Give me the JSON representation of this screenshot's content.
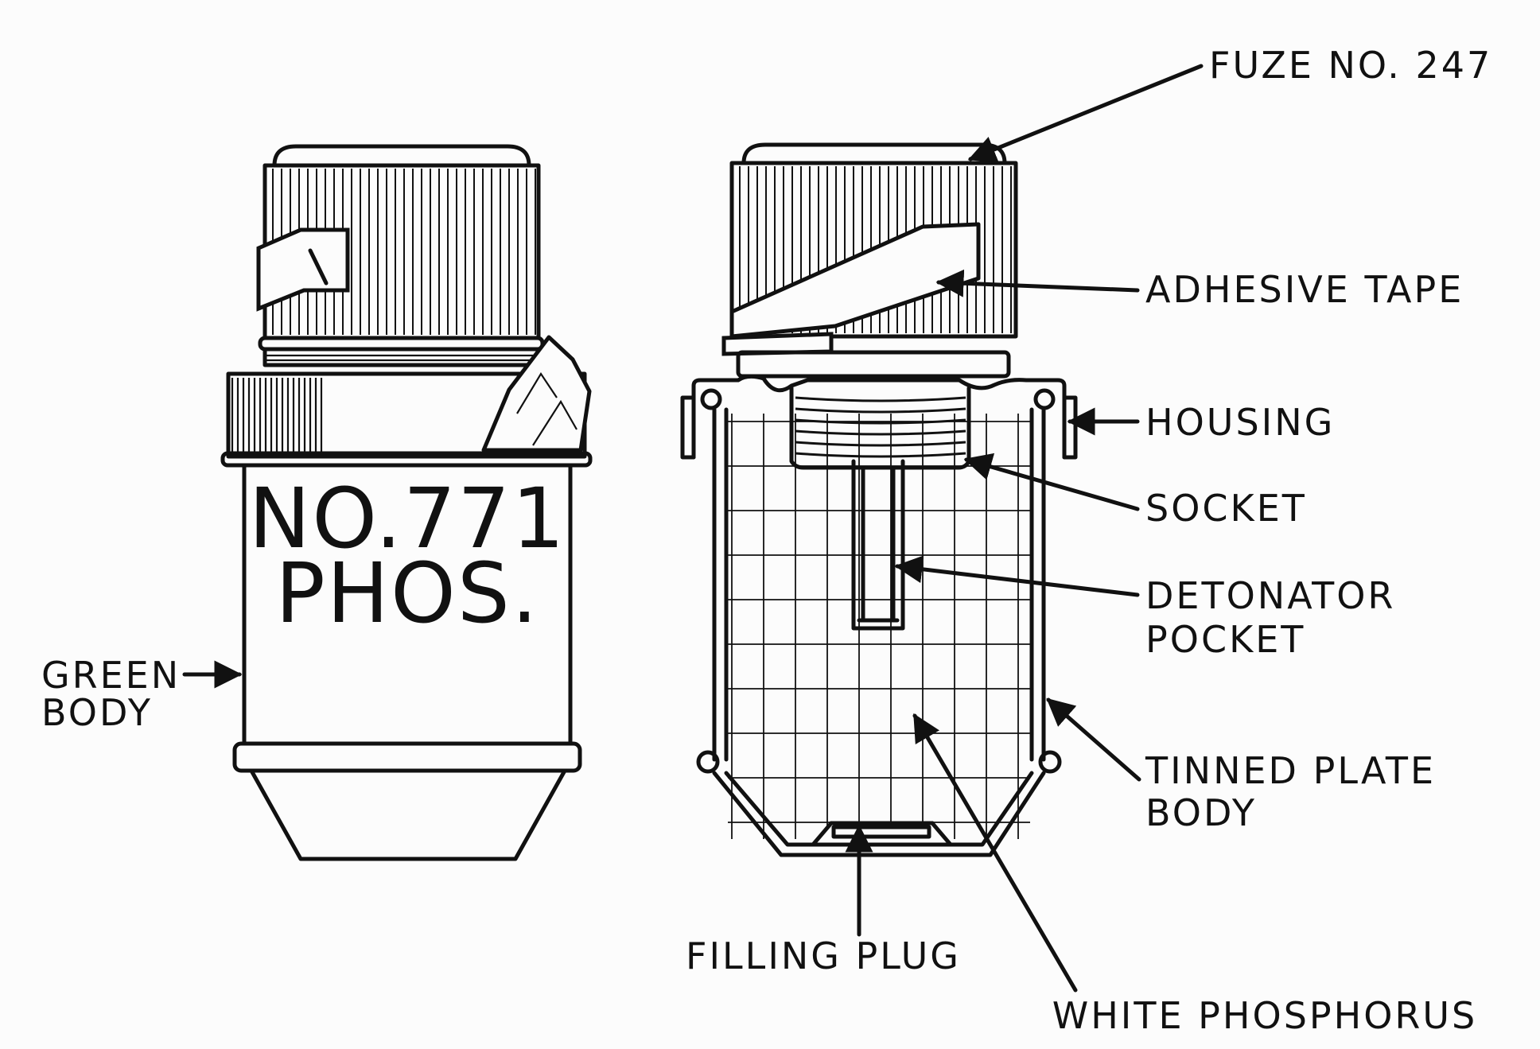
{
  "figure": {
    "left_item": {
      "marking_line1": "NO.771",
      "marking_line2": "PHOS.",
      "callout_line1": "GREEN",
      "callout_line2": "BODY"
    },
    "callouts": {
      "fuze": "FUZE NO. 247",
      "adhesive_tape": "ADHESIVE  TAPE",
      "housing": "HOUSING",
      "socket": "SOCKET",
      "detonator_line1": "DETONATOR",
      "detonator_line2": "POCKET",
      "tinned_line1": "TINNED PLATE",
      "tinned_line2": "BODY",
      "filling_plug": "FILLING PLUG",
      "white_phosphorus": "WHITE PHOSPHORUS"
    }
  }
}
